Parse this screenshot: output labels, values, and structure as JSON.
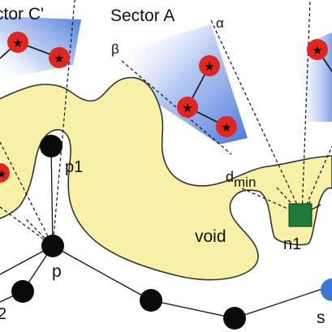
{
  "labels": {
    "sector_c": "ctor C'",
    "sector_a": "Sector A",
    "alpha": "α",
    "beta": "β",
    "p1": "p1",
    "dmin_main": "d",
    "dmin_sub": "min",
    "void": "void",
    "n1": "n1",
    "p": "p",
    "s": "s",
    "two": "2"
  },
  "colors": {
    "void_fill": "#f7f0a6",
    "void_stroke": "#333333",
    "sector_blue": "#5b84d9",
    "robot_red": "#e0261e",
    "node_black": "#0a0a0a",
    "node_green": "#1f7a3a",
    "node_blue": "#3b76d6",
    "line_black": "#111111"
  }
}
